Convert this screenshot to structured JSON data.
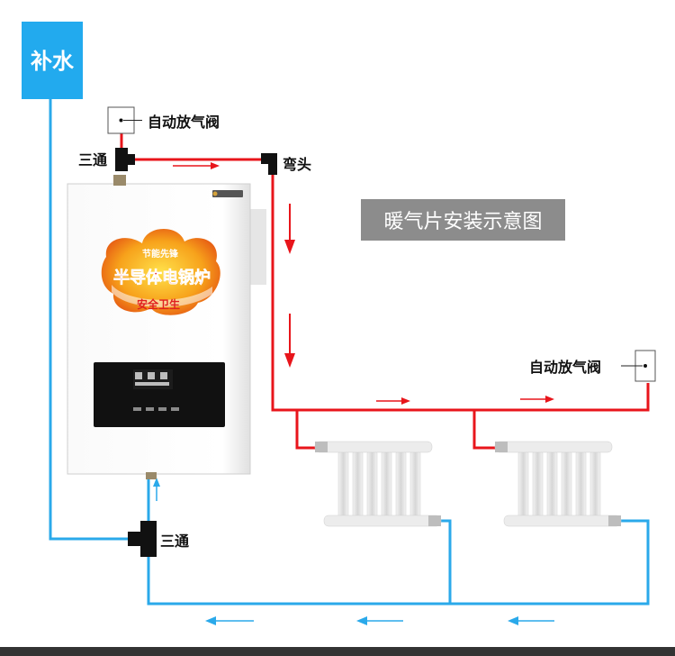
{
  "colors": {
    "supply_pipe": "#e8151b",
    "return_pipe": "#2aa9ea",
    "refill_box": "#22aaee",
    "title_box": "#8c8c8c"
  },
  "labels": {
    "refill": "补水",
    "auto_vent_top": "自动放气阀",
    "tee_top": "三通",
    "elbow": "弯头",
    "title": "暖气片安装示意图",
    "auto_vent_right": "自动放气阀",
    "tee_bottom": "三通"
  },
  "boiler": {
    "banner_top": "节能先锋",
    "banner_main": "半导体电锅炉",
    "banner_sub": "安全卫生"
  },
  "icons": {
    "boiler": "electric-boiler-icon",
    "radiator": "radiator-icon",
    "vent": "auto-vent-valve-icon",
    "tee": "tee-fitting-icon",
    "elbow": "elbow-fitting-icon"
  }
}
